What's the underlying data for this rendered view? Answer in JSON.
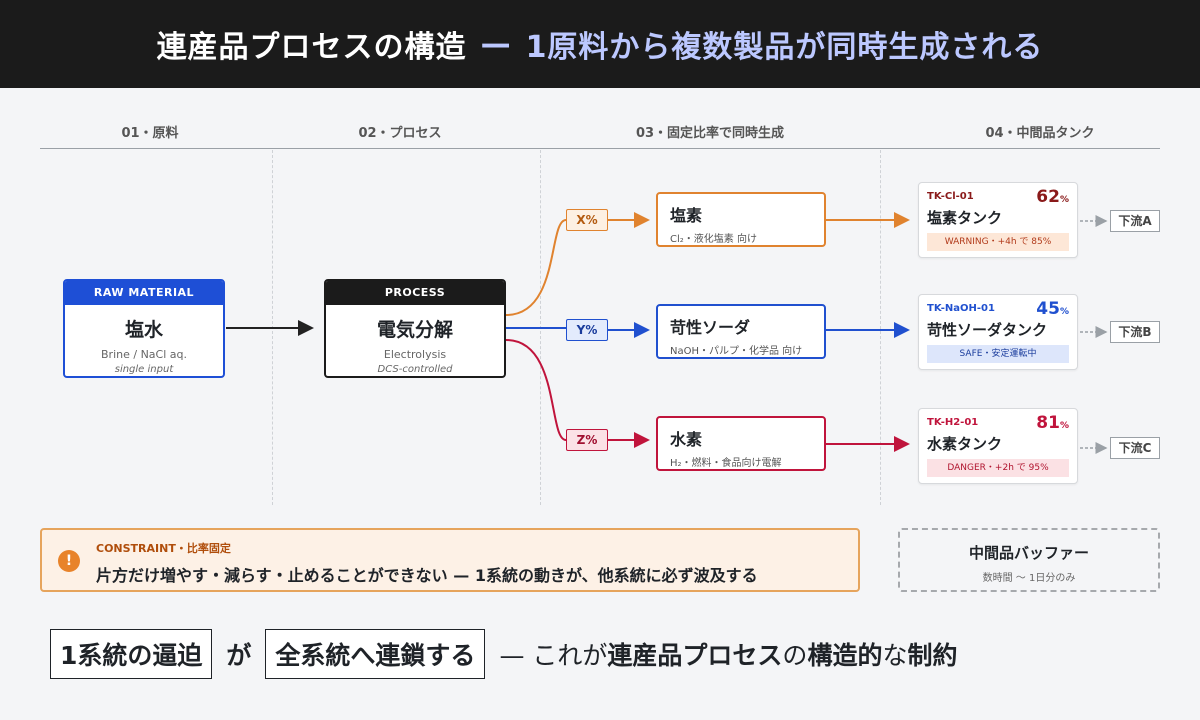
{
  "header": {
    "title_main": "連産品プロセスの構造",
    "title_dash": "—",
    "title_sub": "1原料から複数製品が同時生成される"
  },
  "columns": [
    "01・原料",
    "02・プロセス",
    "03・固定比率で同時生成",
    "04・中間品タンク"
  ],
  "raw": {
    "cap": "RAW MATERIAL",
    "name": "塩水",
    "sub1": "Brine / NaCl aq.",
    "sub2": "single input"
  },
  "process": {
    "cap": "PROCESS",
    "name": "電気分解",
    "sub1": "Electrolysis",
    "sub2": "DCS-controlled"
  },
  "products": [
    {
      "ratio": "X%",
      "name": "塩素",
      "desc": "Cl₂・液化塩素 向け",
      "color": "#e0832f"
    },
    {
      "ratio": "Y%",
      "name": "苛性ソーダ",
      "desc": "NaOH・パルプ・化学品 向け",
      "color": "#2050cf"
    },
    {
      "ratio": "Z%",
      "name": "水素",
      "desc": "H₂・燃料・食品向け電解",
      "color": "#c0143c"
    }
  ],
  "tanks": [
    {
      "id": "TK-Cl-01",
      "pct": "62",
      "unit": "%",
      "name": "塩素タンク",
      "status": "WARNING・+4h で 85%",
      "color": "#8a1a1a",
      "status_bg": "#fde7d7",
      "status_fg": "#b13a1a"
    },
    {
      "id": "TK-NaOH-01",
      "pct": "45",
      "unit": "%",
      "name": "苛性ソーダタンク",
      "status": "SAFE・安定運転中",
      "color": "#2050cf",
      "status_bg": "#dde6fb",
      "status_fg": "#1a3c9c"
    },
    {
      "id": "TK-H2-01",
      "pct": "81",
      "unit": "%",
      "name": "水素タンク",
      "status": "DANGER・+2h で 95%",
      "color": "#c0143c",
      "status_bg": "#fbe1e4",
      "status_fg": "#b0142e"
    }
  ],
  "downstream": [
    "下流A",
    "下流B",
    "下流C"
  ],
  "constraint": {
    "icon": "!",
    "label": "CONSTRAINT・比率固定",
    "text": "片方だけ増やす・減らす・止めることができない — 1系統の動きが、他系統に必ず波及する"
  },
  "buffer": {
    "title": "中間品バッファー",
    "sub": "数時間 〜 1日分のみ"
  },
  "bottom": {
    "box1": "1系統の逼迫",
    "mid": "が",
    "box2": "全系統へ連鎖する",
    "dash": "—",
    "rest_a": "これが",
    "rest_b": "連産品プロセス",
    "rest_c": "の",
    "rest_d": "構造的",
    "rest_e": "な",
    "rest_f": "制約"
  }
}
